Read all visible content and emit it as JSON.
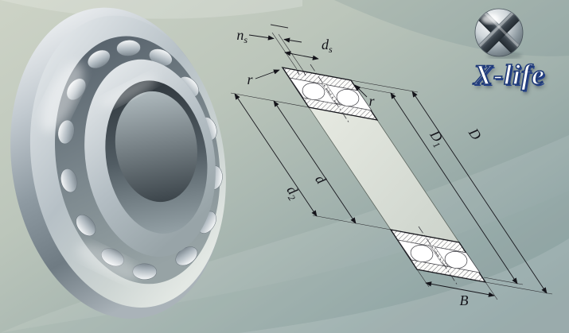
{
  "logo": {
    "text": "X-life"
  },
  "drawing": {
    "dim_ns": {
      "base": "n",
      "sub": "s"
    },
    "dim_ds": {
      "base": "d",
      "sub": "s"
    },
    "dim_r_outer": "r",
    "dim_r_inner": "r",
    "dim_d2": {
      "base": "d",
      "sub": "2"
    },
    "dim_d": "d",
    "dim_D1": {
      "base": "D",
      "sub": "1"
    },
    "dim_D": "D",
    "dim_B": "B"
  },
  "colors": {
    "background_gradient": [
      "#cdd3c6",
      "#bcc6bb",
      "#a3b3ae",
      "#7e9597"
    ],
    "drawing_line": "#17171d",
    "bore_band_fill": "#dde2da",
    "logo_text_fill": "#ffffff",
    "logo_outline": "#1f3a78",
    "steel_highlight": "#f4f6f8",
    "steel_shadow": "#6f7b83"
  }
}
